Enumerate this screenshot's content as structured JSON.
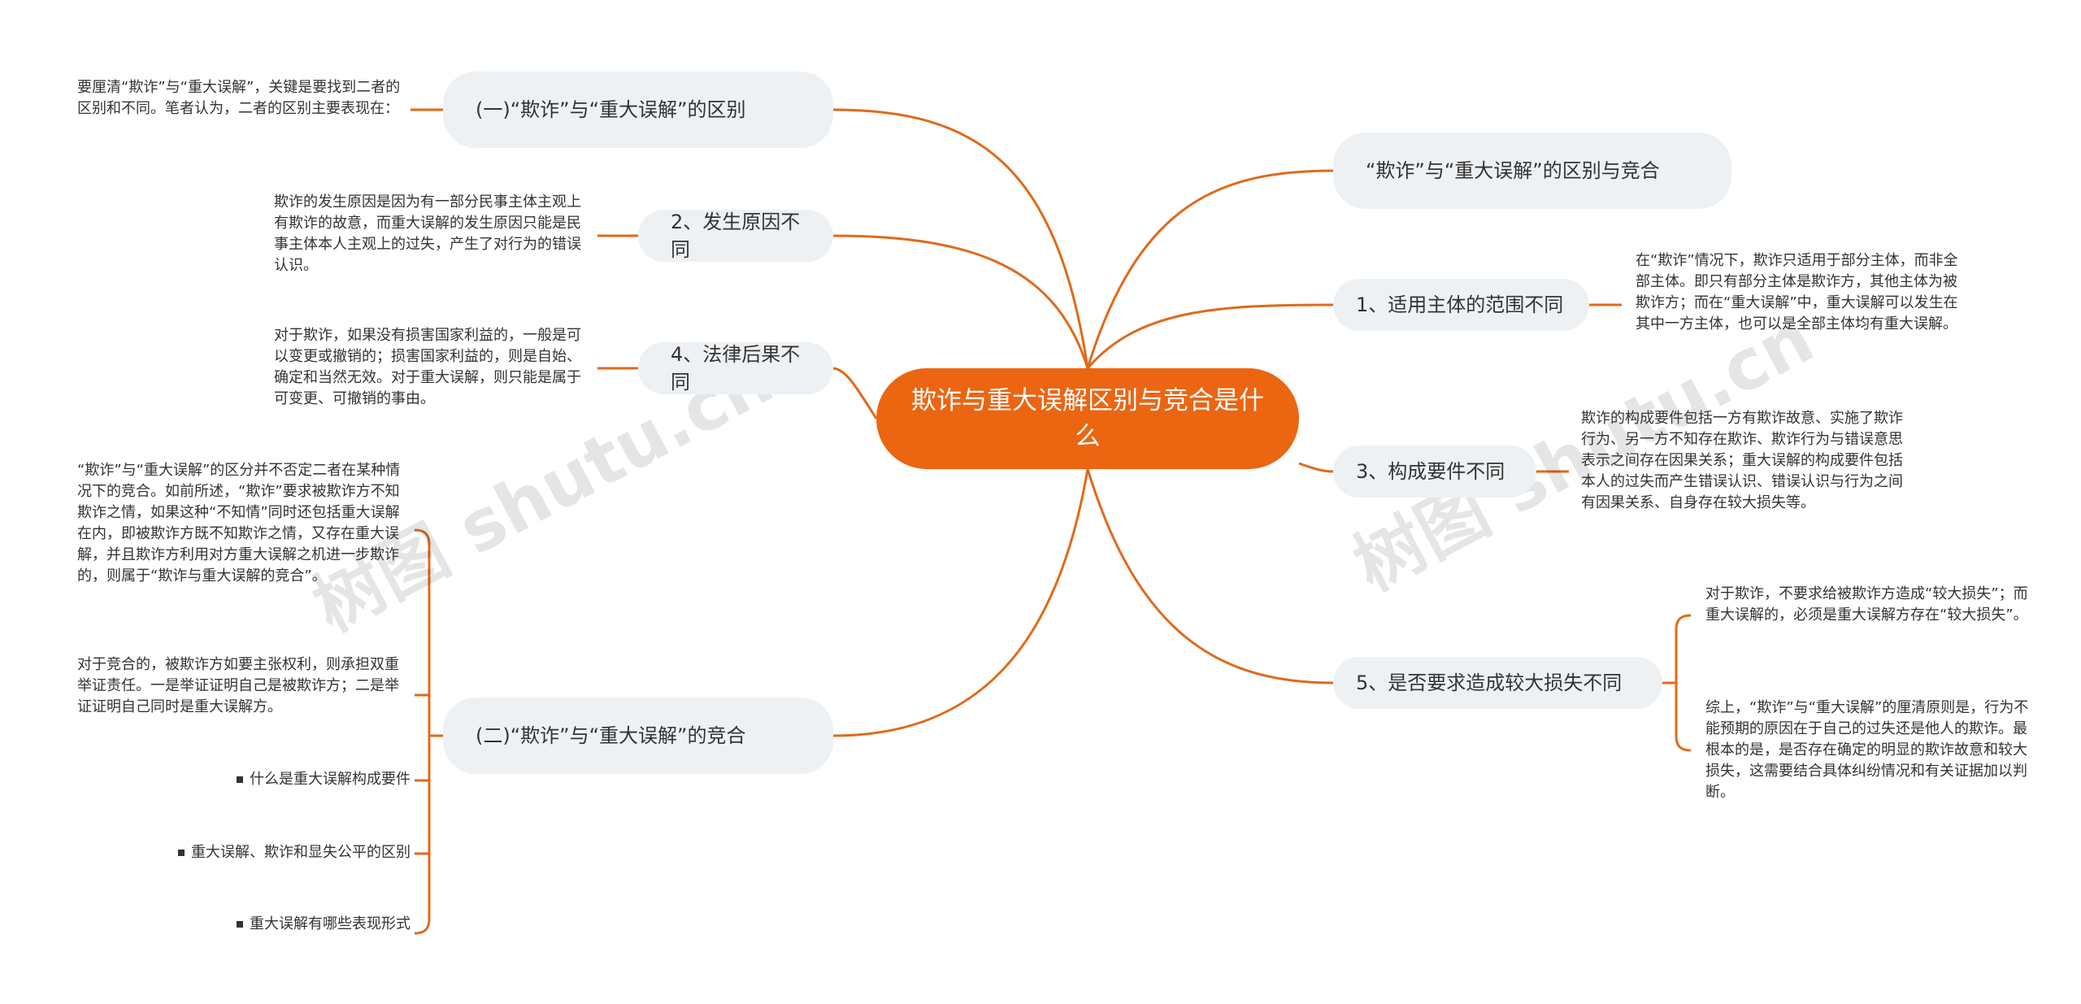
{
  "center": {
    "title": "欺诈与重大误解区别与竞合是什么"
  },
  "left_branches": [
    {
      "label": "(一)“欺诈”与“重大误解”的区别",
      "notes": [
        "要厘清“欺诈”与“重大误解”，关键是要找到二者的区别和不同。笔者认为，二者的区别主要表现在："
      ]
    },
    {
      "label": "2、发生原因不同",
      "notes": [
        "欺诈的发生原因是因为有一部分民事主体主观上有欺诈的故意，而重大误解的发生原因只能是民事主体本人主观上的过失，产生了对行为的错误认识。"
      ]
    },
    {
      "label": "4、法律后果不同",
      "notes": [
        "对于欺诈，如果没有损害国家利益的，一般是可以变更或撤销的；损害国家利益的，则是自始、确定和当然无效。对于重大误解，则只能是属于可变更、可撤销的事由。"
      ]
    },
    {
      "label": "(二)“欺诈”与“重大误解”的竞合",
      "notes": [
        "“欺诈”与“重大误解”的区分并不否定二者在某种情况下的竞合。如前所述，“欺诈”要求被欺诈方不知欺诈之情，如果这种“不知情”同时还包括重大误解在内，即被欺诈方既不知欺诈之情，又存在重大误解，并且欺诈方利用对方重大误解之机进一步欺诈的，则属于“欺诈与重大误解的竞合”。",
        "对于竞合的，被欺诈方如要主张权利，则承担双重举证责任。一是举证证明自己是被欺诈方；二是举证证明自己同时是重大误解方。"
      ],
      "links": [
        "什么是重大误解构成要件",
        "重大误解、欺诈和显失公平的区别",
        "重大误解有哪些表现形式"
      ]
    }
  ],
  "right_branches": [
    {
      "label": "“欺诈”与“重大误解”的区别与竞合",
      "notes": []
    },
    {
      "label": "1、适用主体的范围不同",
      "notes": [
        "在“欺诈”情况下，欺诈只适用于部分主体，而非全部主体。即只有部分主体是欺诈方，其他主体为被欺诈方；而在“重大误解”中，重大误解可以发生在其中一方主体，也可以是全部主体均有重大误解。"
      ]
    },
    {
      "label": "3、构成要件不同",
      "notes": [
        "欺诈的构成要件包括一方有欺诈故意、实施了欺诈行为、另一方不知存在欺诈、欺诈行为与错误意思表示之间存在因果关系；重大误解的构成要件包括本人的过失而产生错误认识、错误认识与行为之间有因果关系、自身存在较大损失等。"
      ]
    },
    {
      "label": "5、是否要求造成较大损失不同",
      "notes": [
        "对于欺诈，不要求给被欺诈方造成“较大损失”；而重大误解的，必须是重大误解方存在“较大损失”。",
        "综上，“欺诈”与“重大误解”的厘清原则是，行为不能预期的原因在于自己的过失还是他人的欺诈。最根本的是，是否存在确定的明显的欺诈故意和较大损失，这需要结合具体纠纷情况和有关证据加以判断。"
      ]
    }
  ],
  "watermarks": [
    "树图 shutu.cn",
    "树图 shutu.cn"
  ],
  "colors": {
    "accent": "#ec6511",
    "branch_bg": "#eef1f4",
    "text": "#333333"
  }
}
